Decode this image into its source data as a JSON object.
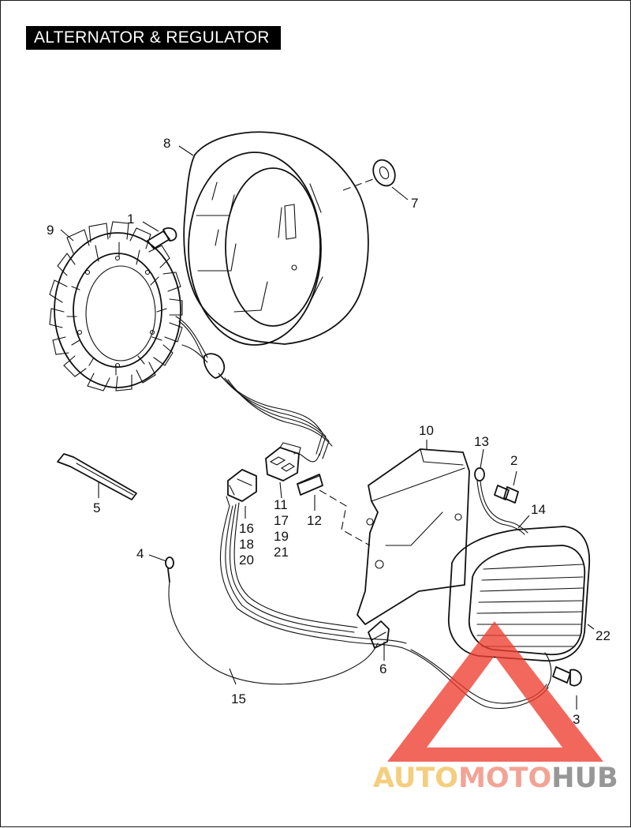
{
  "title": "ALTERNATOR & REGULATOR",
  "callouts": {
    "c1": "1",
    "c2": "2",
    "c3": "3",
    "c4": "4",
    "c5": "5",
    "c6": "6",
    "c7": "7",
    "c8": "8",
    "c9": "9",
    "c10": "10",
    "c12": "12",
    "c13": "13",
    "c14": "14",
    "c15": "15",
    "c22": "22",
    "g11": [
      "11",
      "17",
      "19",
      "21"
    ],
    "g16": [
      "16",
      "18",
      "20"
    ]
  },
  "watermark": {
    "part1": "AUTO",
    "part2": "MOTO",
    "part3": "HUB",
    "colors": {
      "auto": "#f2c15a",
      "moto": "#f08a78",
      "hub": "#7b7b7b",
      "triangle": "#ee3d2f"
    }
  }
}
